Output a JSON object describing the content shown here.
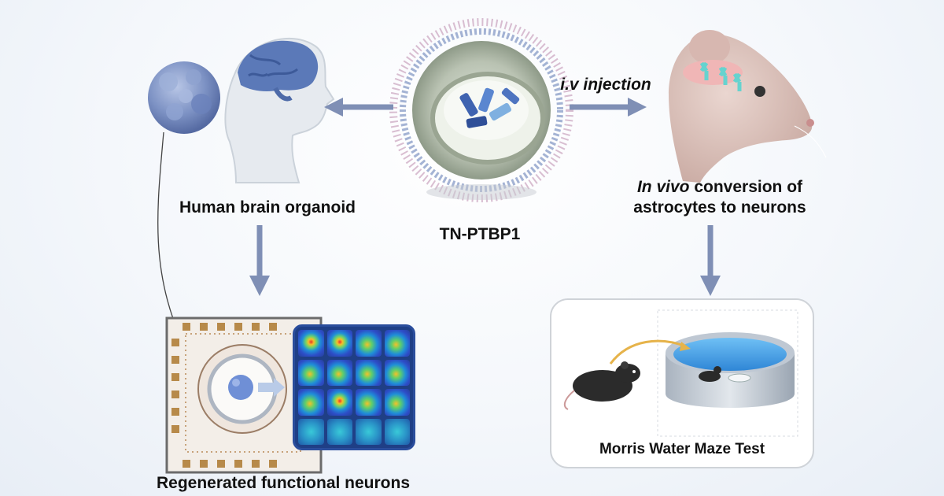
{
  "labels": {
    "organoid": "Human brain organoid",
    "nanoparticle": "TN-PTBP1",
    "injection": "i.v injection",
    "conversion_italic": "In vivo",
    "conversion_rest": " conversion of",
    "conversion_line2": "astrocytes to neurons",
    "maze": "Morris Water Maze Test",
    "regenerated": "Regenerated functional neurons"
  },
  "colors": {
    "arrow": "#7f8fb5",
    "brain": "#5b79b8",
    "organoid_sphere": "#7d92c4",
    "head_skin": "#e7ebf0",
    "mouse_skin": "#d9c2bc",
    "astrocyte": "#7fd9d6",
    "pool_water": "#4aa3e8",
    "chip_pad": "#b78a4a"
  },
  "icons": {
    "organoid": "organoid-sphere-icon",
    "head": "human-head-brain-icon",
    "nanoparticle": "nanoparticle-icon",
    "mouse_head": "mouse-head-icon",
    "chip": "microelectrode-array-icon",
    "mouse": "black-mouse-icon",
    "pool": "water-maze-pool-icon"
  }
}
